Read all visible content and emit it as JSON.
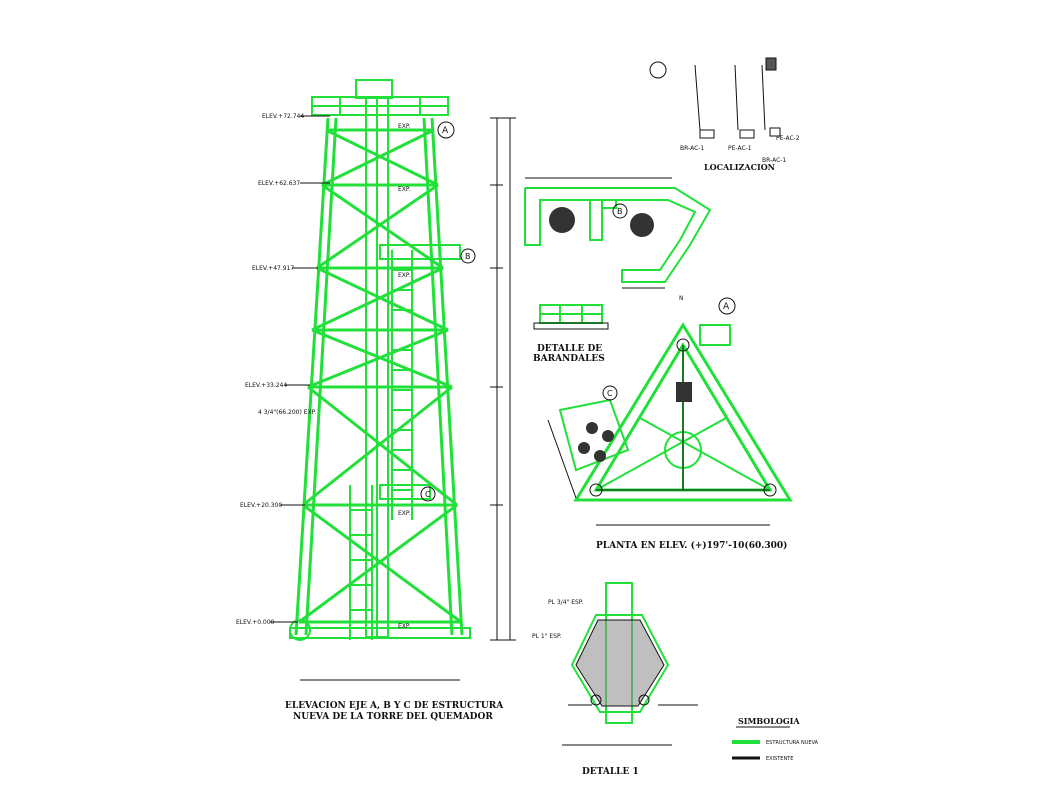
{
  "sheet": {
    "elevation_title_line1": "ELEVACION EJE A, B Y C DE ESTRUCTURA",
    "elevation_title_line2": "NUEVA DE LA TORRE DEL QUEMADOR",
    "plan_title": "PLANTA EN ELEV. (+)197'-10(60.300)",
    "railing_title_line1": "DETALLE DE",
    "railing_title_line2": "BARANDALES",
    "detail1_title": "DETALLE 1",
    "location_title": "LOCALIZACION",
    "legend_title": "SIMBOLOGIA"
  },
  "elevation": {
    "levels": [
      "ELEV.+72.744",
      "ELEV.+62.637",
      "ELEV.+47.917",
      "ELEV.+33.244",
      "ELEV.+20.300",
      "ELEV.+0.000"
    ],
    "side_note": "4 3/4\"(66.200) EXP.",
    "platform_notes": [
      "EXP.",
      "EXP.",
      "EXP.",
      "EXP.",
      "EXP."
    ],
    "markers": [
      "A",
      "B",
      "C"
    ]
  },
  "plan": {
    "markers": [
      "A",
      "C"
    ],
    "north_label": "N"
  },
  "details": {
    "railing_marker": "B",
    "detail1_notes": [
      "PL 3/4\" ESP.",
      "PL 1\" ESP."
    ]
  },
  "location": {
    "labels": [
      "BR-AC-1",
      "PE-AC-1",
      "PE-AC-2",
      "BR-AC-1"
    ]
  },
  "legend": {
    "items": [
      {
        "label": "ESTRUCTURA NUEVA",
        "color": "#22e03a"
      },
      {
        "label": "EXISTENTE",
        "color": "#111111"
      }
    ]
  }
}
